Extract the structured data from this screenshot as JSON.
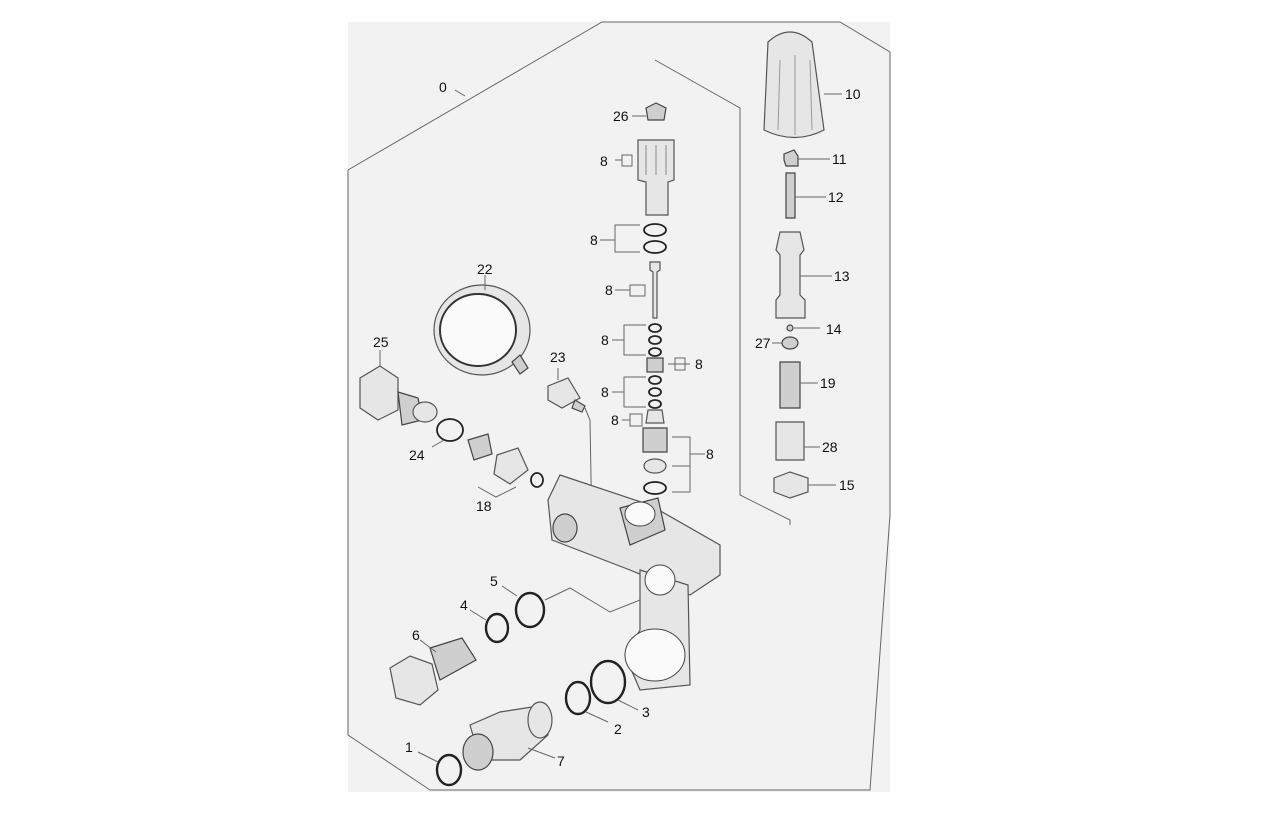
{
  "diagram": {
    "labels": {
      "l0": "0",
      "l1": "1",
      "l2": "2",
      "l3": "3",
      "l4": "4",
      "l5": "5",
      "l6": "6",
      "l7": "7",
      "l8a": "8",
      "l8b": "8",
      "l8c": "8",
      "l8d": "8",
      "l8e": "8",
      "l8f": "8",
      "l8g": "8",
      "l8h": "8",
      "l10": "10",
      "l11": "11",
      "l12": "12",
      "l13": "13",
      "l14": "14",
      "l15": "15",
      "l18": "18",
      "l19": "19",
      "l22": "22",
      "l23": "23",
      "l24": "24",
      "l25": "25",
      "l26": "26",
      "l27": "27",
      "l28": "28"
    }
  }
}
